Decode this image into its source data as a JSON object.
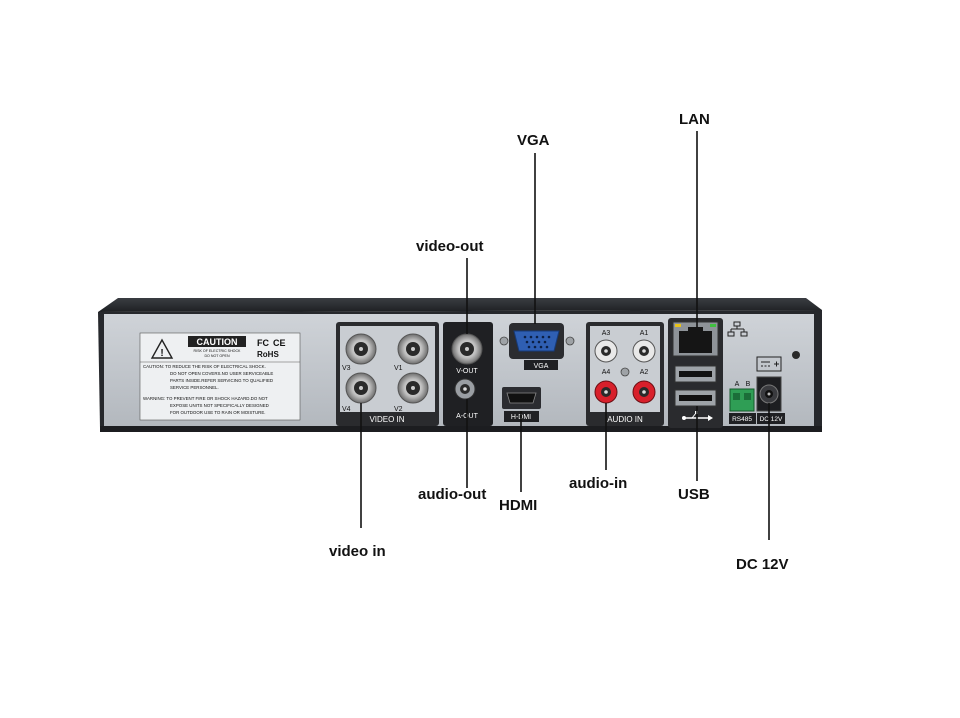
{
  "callouts": {
    "vga": "VGA",
    "lan": "LAN",
    "video_out": "video-out",
    "audio_out": "audio-out",
    "hdmi": "HDMI",
    "audio_in": "audio-in",
    "usb": "USB",
    "video_in": "video in",
    "dc_12v": "DC 12V"
  },
  "panel": {
    "caution_title": "CAUTION",
    "caution_sub1": "RISK OF ELECTRIC SHOCK",
    "caution_sub2": "DO NOT OPEN",
    "cert_fc": "FC",
    "cert_ce": "CE",
    "cert_rohs": "RoHS",
    "warning_lines": [
      "CAUTION: TO REDUCE THE RISK OF ELECTRICAL SHOCK.",
      "DO NOT OPEN COVERS.NO USER SERVICEABLE",
      "PARTS INSIDE.REFER SERVICING TO QUALIFIED",
      "SERVICE PERSONNEL.",
      "WARNING: TO PREVENT FIRE OR SHOCK HAZARD.DO NOT",
      "EXPOSE UNITS NOT SPECIFICALLY DESIGNED",
      "FOR OUTDOOR USE TO RAIN OR MOISTURE."
    ],
    "v1": "V1",
    "v2": "V2",
    "v3": "V3",
    "v4": "V4",
    "video_in_band": "VIDEO IN",
    "v_out": "V-OUT",
    "a_out": "A-OUT",
    "vga_tag": "VGA",
    "hdmi_tag": "H-DMI",
    "a1": "A1",
    "a2": "A2",
    "a3": "A3",
    "a4": "A4",
    "audio_in_band": "AUDIO IN",
    "rs485_a": "A",
    "rs485_b": "B",
    "rs485": "RS485",
    "dc12v": "DC 12V"
  }
}
